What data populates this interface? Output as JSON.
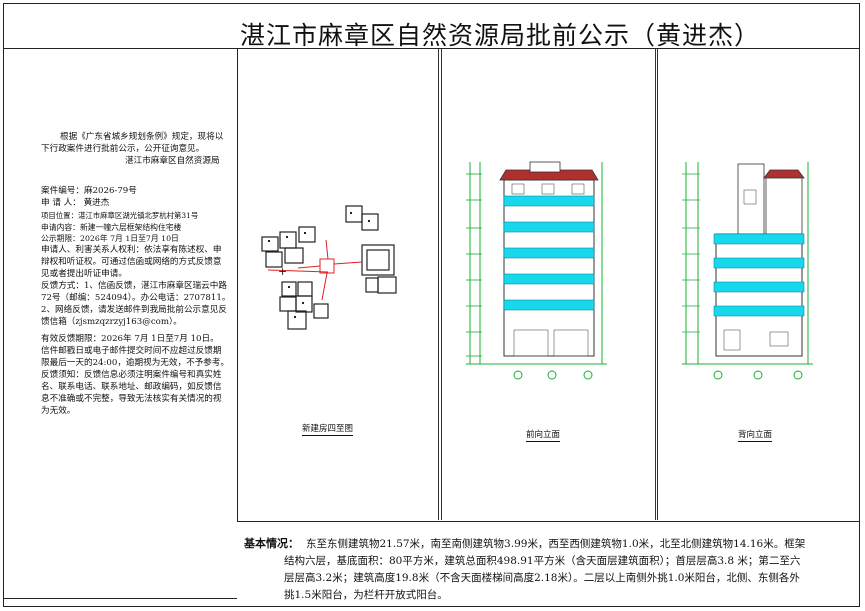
{
  "title": "湛江市麻章区自然资源局批前公示（黄进杰）",
  "left": {
    "intro_1": "根据《广东省城乡规划条例》规定，现将以",
    "intro_2": "下行政案件进行批前公示，公开征询意见。",
    "issuer": "湛江市麻章区自然资源局",
    "case_no": "案件编号：麻2026-79号",
    "applicant": "申 请 人：  黄进杰",
    "location": "项目位置：湛江市麻章区湖光镇北罗杭村第31号",
    "content": "申请内容：新建一幢六层框架结构住宅楼",
    "period": "公示期限：2026年 7月 1日至7月 10日",
    "rights_1": "申请人、利害关系人权利：依法享有陈述权、申",
    "rights_2": "辩权和听证权。可通过信函或网络的方式反馈意",
    "rights_3": "见或者提出听证申请。",
    "feedback_1": "反馈方式：1、信函反馈，湛江市麻章区瑞云中路",
    "feedback_2": "72号（邮编：524094）。办公电话：2707811。",
    "feedback_3": "2、网络反馈，请发送邮件到我局批前公示意见反",
    "feedback_4": "馈信箱（zjsmzqzrzyj163@com）。",
    "valid_1": "有效反馈期限：2026年 7月 1日至7月 10日。",
    "valid_2": "信件邮戳日或电子邮件提交时间不应超过反馈期",
    "valid_3": "限最后一天的24:00，逾期视为无效，不予参考。",
    "notice_1": "反馈须知：反馈信息必须注明案件编号和真实姓",
    "notice_2": "名、联系电话、联系地址、邮政编码，如反馈信",
    "notice_3": "息不准确或不完整，导致无法核实有关情况的视",
    "notice_4": "为无效。"
  },
  "panels": {
    "site_plan_label": "新建房四至图",
    "front_label": "前向立面",
    "back_label": "背向立面"
  },
  "basic": {
    "heading": "基本情况：",
    "line_1": "东至东侧建筑物21.57米，南至南侧建筑物3.99米，西至西侧建筑物1.0米，北至北侧建筑物14.16米。框架",
    "line_2": "结构六层，基底面积：80平方米，建筑总面积498.91平方米（含天面层建筑面积）；首层层高3.8 米；第二至六",
    "line_3": "层层高3.2米；建筑高度19.8米（不含天面楼梯间高度2.18米）。二层以上南侧外挑1.0米阳台，北侧、东侧各外",
    "line_4": "挑1.5米阳台，为栏杆开放式阳台。"
  },
  "colors": {
    "balcony_cyan": "#18d8ee",
    "dimension_green": "#18b030",
    "roof_red": "#b03030",
    "site_red": "#e02020"
  }
}
